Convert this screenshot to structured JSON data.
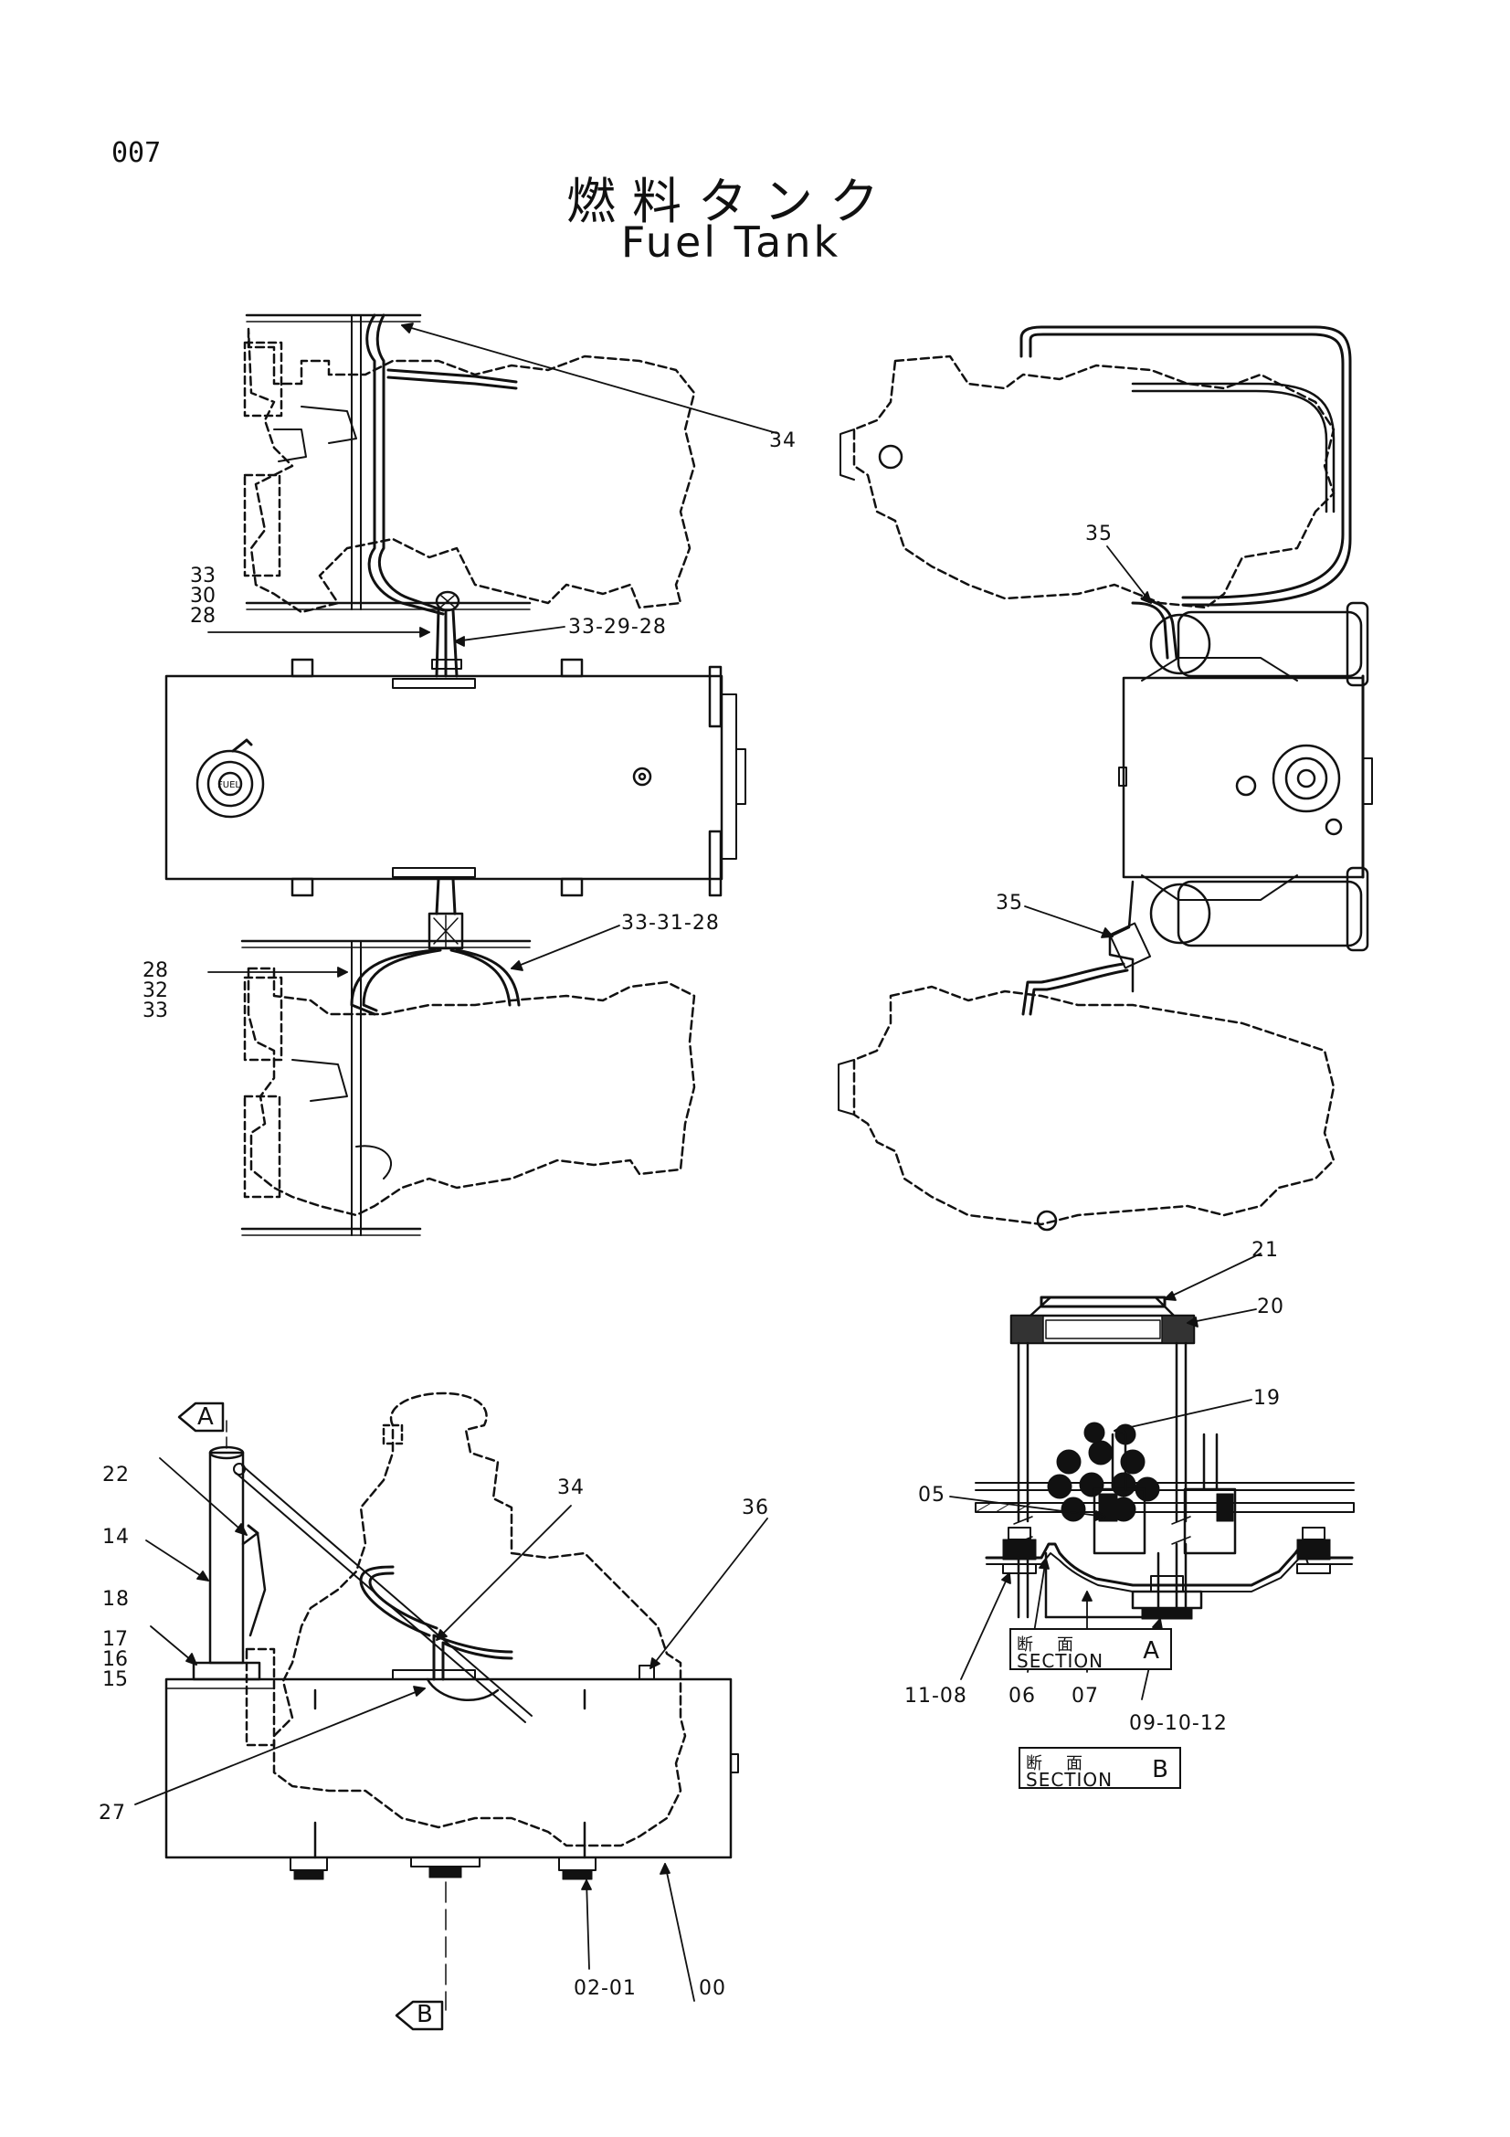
{
  "page_number": "007",
  "title_ja": "燃料タンク",
  "title_en": "Fuel Tank",
  "callouts": {
    "c34_top": "34",
    "c33_29_28": "33-29-28",
    "c33_31_28": "33-31-28",
    "c35_top": "35",
    "c35_bottom": "35",
    "c21": "21",
    "c20": "20",
    "c19": "19",
    "c34_side": "34",
    "c36": "36",
    "c22": "22",
    "c14": "14",
    "c18": "18",
    "c27": "27",
    "c02_01": "02-01",
    "c00": "00",
    "c05": "05",
    "c11_08": "11-08",
    "c06": "06",
    "c07": "07",
    "c09_10_12": "09-10-12"
  },
  "stacks": {
    "upper_left": [
      "33",
      "30",
      "28"
    ],
    "lower_left": [
      "28",
      "32",
      "33"
    ],
    "side_view": [
      "17",
      "16",
      "15"
    ]
  },
  "section_a": {
    "ja": "断面",
    "en": "SECTION",
    "letter": "A"
  },
  "section_b": {
    "ja": "断面",
    "en": "SECTION",
    "letter": "B"
  },
  "view_arrows": {
    "a": "A",
    "b": "B"
  },
  "filler_cap_text": "FUEL"
}
